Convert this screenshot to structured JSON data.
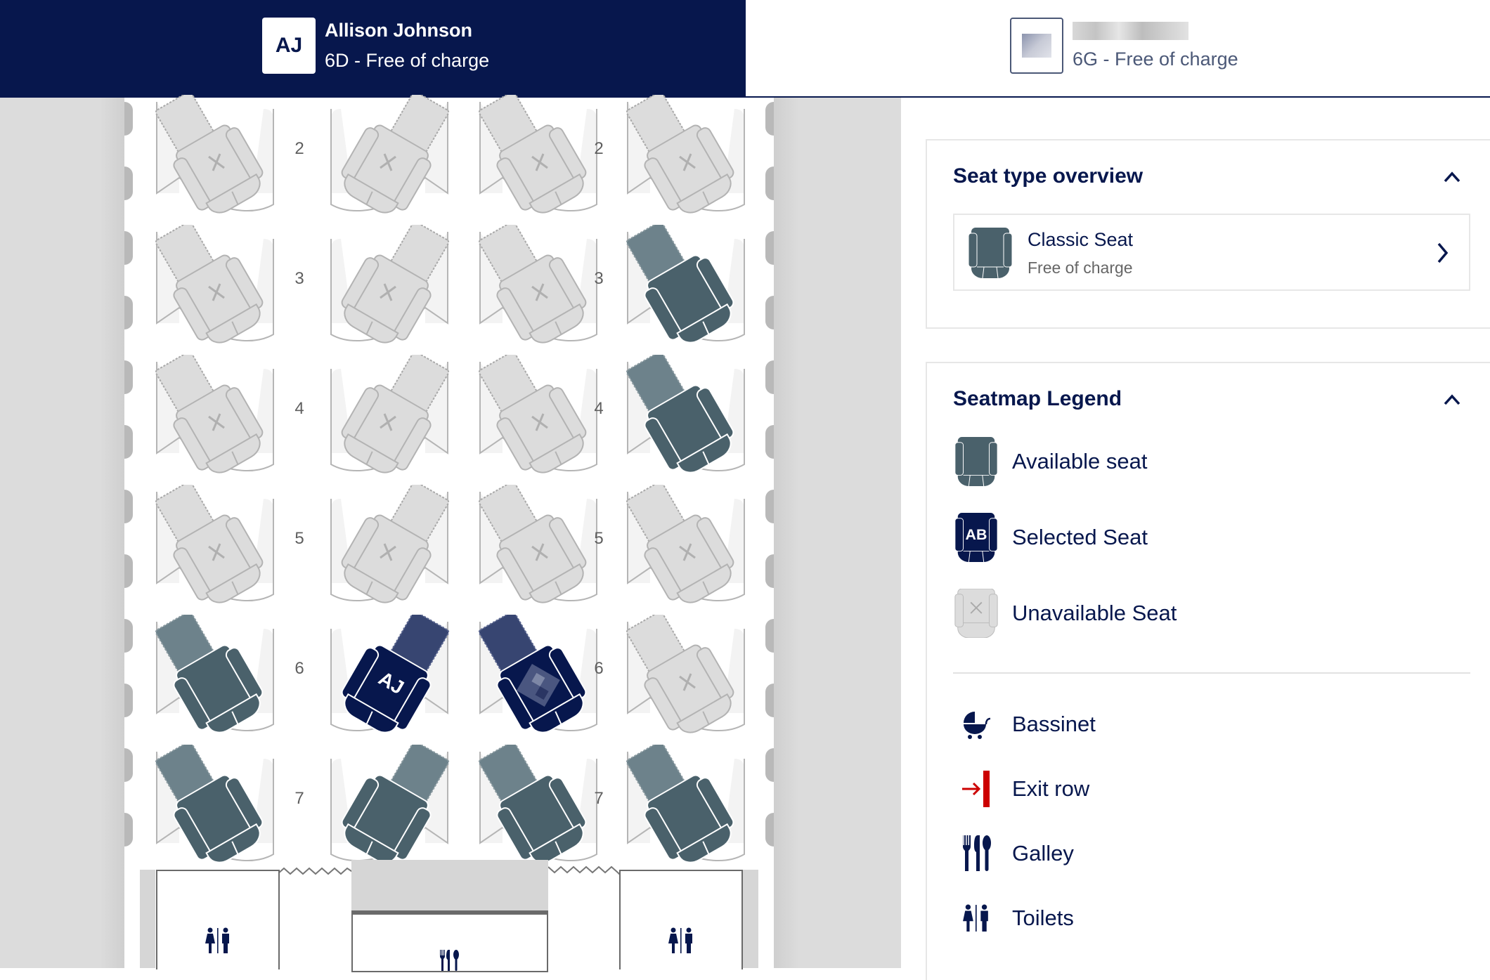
{
  "header": {
    "passengers": [
      {
        "initials": "AJ",
        "name": "Allison Johnson",
        "seat_info": "6D - Free of charge",
        "active": true
      },
      {
        "initials": "",
        "name": "",
        "seat_info": "6G - Free of charge",
        "active": false,
        "redacted": true
      }
    ]
  },
  "seatmap": {
    "rows": [
      {
        "number": "2",
        "seats": {
          "A": "unavailable",
          "D": "unavailable",
          "G": "unavailable",
          "K": "unavailable"
        }
      },
      {
        "number": "3",
        "seats": {
          "A": "unavailable",
          "D": "unavailable",
          "G": "unavailable",
          "K": "available"
        }
      },
      {
        "number": "4",
        "seats": {
          "A": "unavailable",
          "D": "unavailable",
          "G": "unavailable",
          "K": "available"
        }
      },
      {
        "number": "5",
        "seats": {
          "A": "unavailable",
          "D": "unavailable",
          "G": "unavailable",
          "K": "unavailable"
        }
      },
      {
        "number": "6",
        "seats": {
          "A": "available",
          "D": "selected",
          "G": "selected",
          "K": "unavailable"
        }
      },
      {
        "number": "7",
        "seats": {
          "A": "available",
          "D": "available",
          "G": "available",
          "K": "available"
        }
      }
    ],
    "selected_labels": {
      "6D": "AJ",
      "6G": ""
    },
    "facilities": [
      "toilet-icon",
      "galley-icon",
      "toilet-icon"
    ]
  },
  "seat_type_overview": {
    "title": "Seat type overview",
    "items": [
      {
        "name": "Classic Seat",
        "price": "Free of charge"
      }
    ]
  },
  "legend": {
    "title": "Seatmap Legend",
    "seat_states": [
      {
        "label": "Available seat",
        "icon": "available-seat-icon"
      },
      {
        "label": "Selected Seat",
        "icon": "selected-seat-icon",
        "icon_text": "AB"
      },
      {
        "label": "Unavailable Seat",
        "icon": "unavailable-seat-icon"
      }
    ],
    "facilities": [
      {
        "label": "Bassinet",
        "icon": "bassinet-icon"
      },
      {
        "label": "Exit row",
        "icon": "exit-row-icon"
      },
      {
        "label": "Galley",
        "icon": "galley-icon"
      },
      {
        "label": "Toilets",
        "icon": "toilets-icon"
      }
    ]
  },
  "colors": {
    "navy": "#07174d",
    "available": "#4a616b",
    "available_back": "#6d828b",
    "selected": "#07174d",
    "selected_back": "#374571",
    "unavailable": "#dcdcdc",
    "exit_red": "#cc0000"
  }
}
